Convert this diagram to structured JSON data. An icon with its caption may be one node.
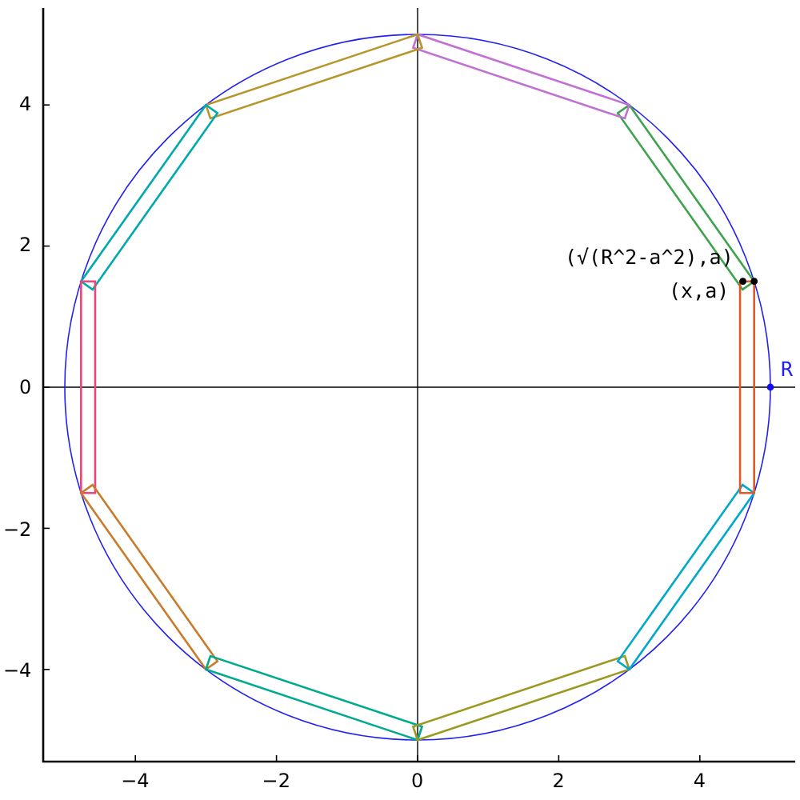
{
  "diagram": {
    "labels": [
      "4",
      "2",
      "(√(R^2-a^2),a)",
      "(x,a)",
      "0",
      "R",
      "−2",
      "−4",
      "−4",
      "−2",
      "0",
      "2",
      "4"
    ]
  }
}
